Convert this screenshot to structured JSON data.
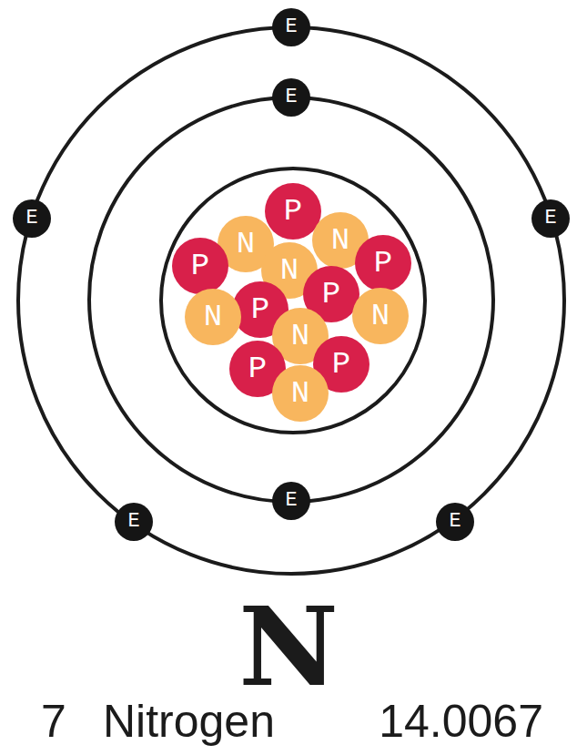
{
  "diagram": {
    "title": "N",
    "nodes": [
      {
        "text": [
          "E"
        ]
      },
      {
        "text": [
          "E"
        ]
      },
      {
        "text": [
          "E"
        ]
      },
      {
        "text": [
          "P"
        ]
      },
      {
        "text": [
          "E"
        ]
      },
      {
        "text": [
          "N"
        ]
      },
      {
        "text": [
          "N"
        ]
      },
      {
        "text": [
          "P"
        ]
      },
      {
        "text": [
          "N"
        ]
      },
      {
        "text": [
          "P"
        ]
      },
      {
        "text": [
          "P"
        ]
      },
      {
        "text": [
          "P"
        ]
      },
      {
        "text": [
          "N"
        ]
      },
      {
        "text": [
          "N"
        ]
      },
      {
        "text": [
          "N"
        ]
      },
      {
        "text": [
          "P"
        ]
      },
      {
        "text": [
          "P"
        ]
      },
      {
        "text": [
          "N"
        ]
      },
      {
        "text": [
          "E"
        ]
      },
      {
        "text": [
          "E"
        ]
      },
      {
        "text": [
          "E"
        ]
      }
    ],
    "labels": [
      "7",
      "Nitrogen",
      "14.0067"
    ]
  }
}
